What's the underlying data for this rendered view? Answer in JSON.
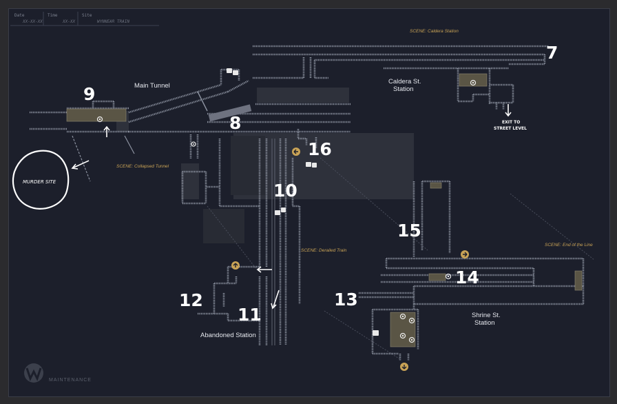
{
  "header": {
    "fields": [
      {
        "label": "Date",
        "value": "XX-XX-XX"
      },
      {
        "label": "Time",
        "value": "XX-XX"
      },
      {
        "label": "Site",
        "value": "WYNNEAR TRAIN"
      }
    ]
  },
  "scenes": {
    "caldera": "SCENE: Caldera Station",
    "collapsed": "SCENE: Collapsed Tunnel",
    "derailed": "SCENE: Derailed Train",
    "end": "SCENE: End of the Line"
  },
  "areas": {
    "main_tunnel": "Main Tunnel",
    "caldera_line1": "Caldera St.",
    "caldera_line2": "Station",
    "abandoned": "Abandoned Station",
    "shrine_line1": "Shrine St.",
    "shrine_line2": "Station",
    "exit_line1": "EXIT TO",
    "exit_line2": "STREET LEVEL",
    "murder_site": "MURDER SITE"
  },
  "markers": {
    "m7": "7",
    "m8": "8",
    "m9": "9",
    "m10": "10",
    "m11": "11",
    "m12": "12",
    "m13": "13",
    "m14": "14",
    "m15": "15",
    "m16": "16"
  },
  "footer": {
    "brand": "MAINTENANCE",
    "logo": "w-logo-icon"
  },
  "colors": {
    "background": "#1c1f2b",
    "wall": "#8d93a1",
    "accent_gold": "#c9a356",
    "label": "#ffffff"
  }
}
